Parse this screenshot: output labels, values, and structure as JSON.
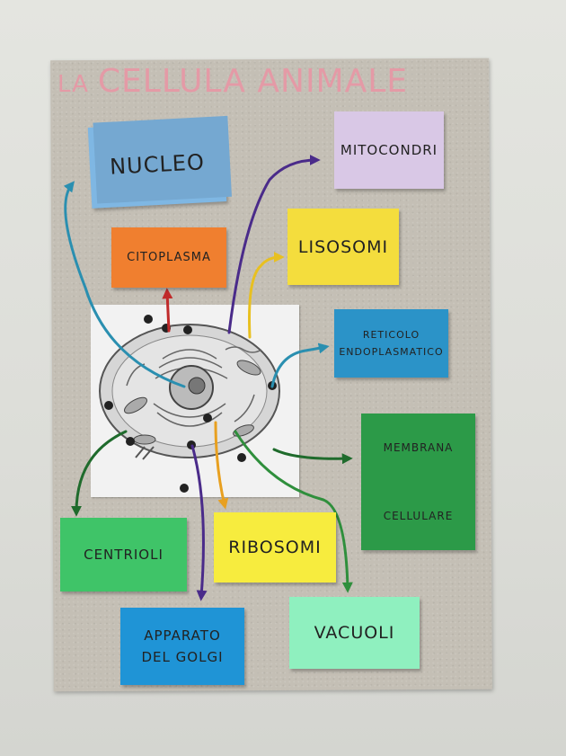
{
  "title": {
    "small": "LA",
    "main": "CELLULA ANIMALE"
  },
  "cards": {
    "nucleo": "NUCLEO",
    "mitocondri": "MITOCONDRI",
    "citoplasma": "CITOPLASMA",
    "lisosomi": "LISOSOMI",
    "reticolo_1": "RETICOLO",
    "reticolo_2": "ENDOPLASMATICO",
    "membrana_1": "MEMBRANA",
    "membrana_2": "CELLULARE",
    "centrioli": "CENTRIOLI",
    "ribosomi": "RIBOSOMI",
    "golgi_1": "APPARATO",
    "golgi_2": "DEL GOLGI",
    "vacuoli": "VACUOLI"
  },
  "colors": {
    "title": "#e49aa6",
    "nucleo": "#7fb7e3",
    "mitocondri": "#d9c8e6",
    "citoplasma": "#f07f2f",
    "lisosomi": "#f4dd3d",
    "reticolo": "#2b93c8",
    "membrana": "#2c9a48",
    "centrioli": "#3fc468",
    "ribosomi": "#f7ec3e",
    "golgi": "#1f94d6",
    "vacuoli": "#8ff0bf"
  }
}
